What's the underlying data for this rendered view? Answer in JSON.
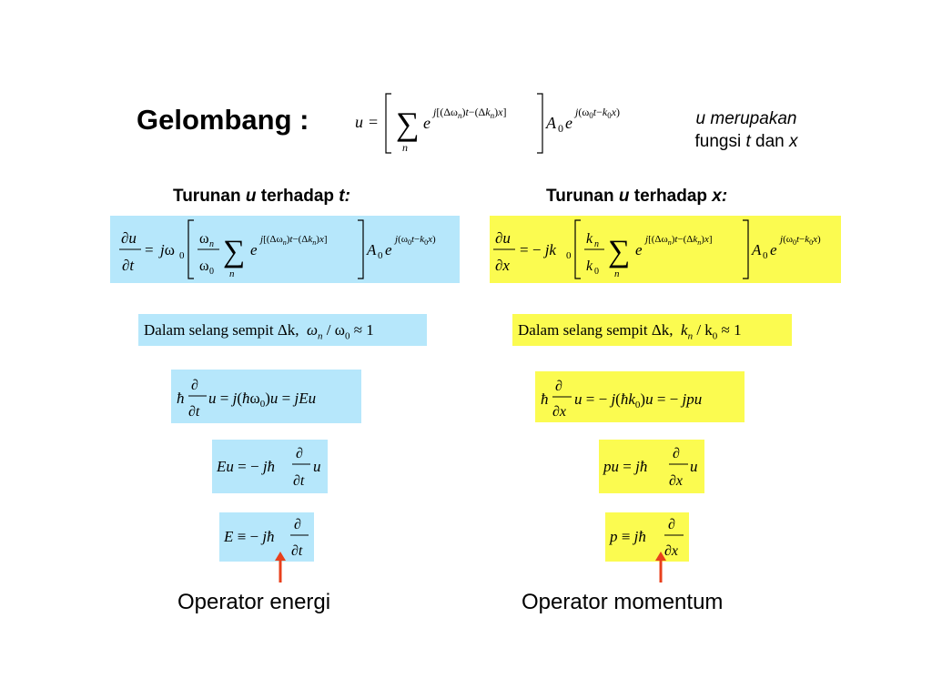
{
  "title": "Gelombang :",
  "note": {
    "line1": "u merupakan",
    "line2_prefix": "fungsi ",
    "line2_t": "t",
    "line2_mid": "  dan ",
    "line2_x": "x"
  },
  "headers": {
    "left": {
      "prefix": "Turunan ",
      "var": "u",
      "mid": " terhadap ",
      "wrt": "t:"
    },
    "right": {
      "prefix": "Turunan ",
      "var": "u",
      "mid": " terhadap ",
      "wrt": "x:"
    }
  },
  "conditions": {
    "left": {
      "text": "Dalam selang sempit Δk,",
      "ratio": "ω",
      "ratio_sub": "n",
      "ratio_rest": " / ω",
      "ratio_sub2": "0",
      "approx": " ≈ 1"
    },
    "right": {
      "text": "Dalam selang sempit Δk,",
      "ratio": "k",
      "ratio_sub": "n",
      "ratio_rest": " / k",
      "ratio_sub2": "0",
      "approx": " ≈ 1"
    }
  },
  "labels": {
    "left": "Operator energi",
    "right": "Operator momentum"
  },
  "colors": {
    "blue_box": "#b6e7fb",
    "yellow_box": "#fbfb50",
    "arrow": "#e8401c"
  }
}
